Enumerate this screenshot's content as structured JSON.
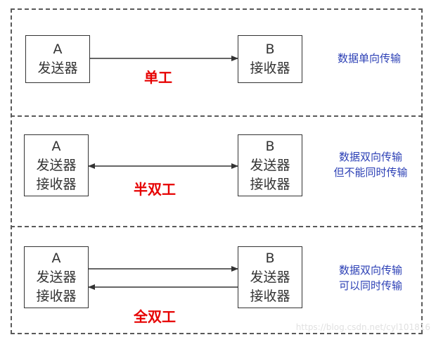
{
  "simplex": {
    "sender": {
      "name": "A",
      "line1": "发送器"
    },
    "receiver": {
      "name": "B",
      "line1": "接收器"
    },
    "mode_label": "单工",
    "description": [
      "数据单向传输"
    ]
  },
  "half_duplex": {
    "left": {
      "name": "A",
      "line1": "发送器",
      "line2": "接收器"
    },
    "right": {
      "name": "B",
      "line1": "发送器",
      "line2": "接收器"
    },
    "mode_label": "半双工",
    "description": [
      "数据双向传输",
      "但不能同时传输"
    ]
  },
  "full_duplex": {
    "left": {
      "name": "A",
      "line1": "发送器",
      "line2": "接收器"
    },
    "right": {
      "name": "B",
      "line1": "发送器",
      "line2": "接收器"
    },
    "mode_label": "全双工",
    "description": [
      "数据双向传输",
      "可以同时传输"
    ]
  },
  "watermark": "https://blog.csdn.net/cyl101816",
  "colors": {
    "mode_label": "#e60000",
    "description": "#2b3fb5",
    "line": "#333333"
  }
}
